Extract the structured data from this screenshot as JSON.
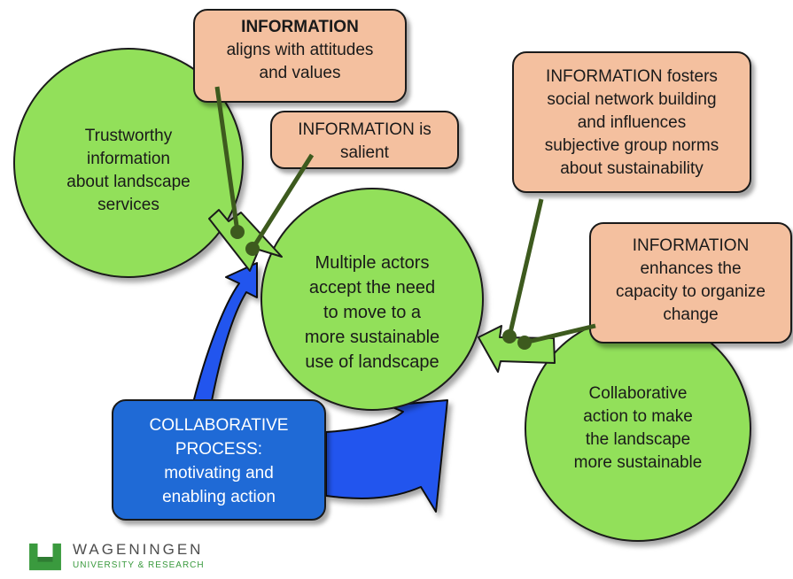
{
  "circles": {
    "trustworthy": [
      "Trustworthy",
      "information",
      "about landscape",
      "services"
    ],
    "actors": [
      "Multiple actors",
      "accept the need",
      "to move to a",
      "more sustainable",
      "use of landscape"
    ],
    "collaborative_action": [
      "Collaborative",
      "action to make",
      "the landscape",
      "more sustainable"
    ]
  },
  "callouts": {
    "aligns": [
      "INFORMATION",
      "aligns with attitudes",
      "and values"
    ],
    "salient": [
      "INFORMATION  is",
      "salient"
    ],
    "fosters": [
      "INFORMATION fosters",
      "social network building",
      "and influences",
      "subjective group norms",
      "about sustainability"
    ],
    "enhances": [
      "INFORMATION",
      "enhances the",
      "capacity to organize",
      "change"
    ]
  },
  "process_box": [
    "COLLABORATIVE",
    "PROCESS:",
    "motivating and",
    "enabling action"
  ],
  "logo": {
    "name": "WAGENINGEN",
    "sub": "UNIVERSITY & RESEARCH"
  },
  "colors": {
    "circle_green": "#92e05a",
    "callout_peach": "#f4c09f",
    "pointer_dark_green": "#3d5a1e",
    "process_blue": "#1f6ad6",
    "logo_green": "#3a9a3e",
    "logo_gray": "#4d4d4d"
  }
}
